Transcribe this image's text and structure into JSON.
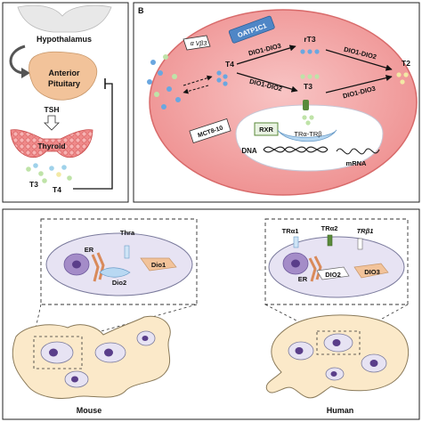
{
  "panelA": {
    "hypothalamus": "Hypothalamus",
    "anterior": "Anterior",
    "pituitary": "Pituitary",
    "tsh": "TSH",
    "thyroid": "Thyroid",
    "t3": "T3",
    "t4": "T4"
  },
  "panelB": {
    "letter": "B",
    "oatp1c1": "OATP1C1",
    "integrin": "α Vβ3",
    "t4": "T4",
    "dio1_dio3_top": "DIO1-DIO3",
    "rt3": "rT3",
    "dio1_dio2_right": "DIO1-DIO2",
    "t2": "T2",
    "dio1_dio2_left": "DIO1-DIO2",
    "t3": "T3",
    "dio1_dio3_right": "DIO1-DIO3",
    "mct810": "MCT8-10",
    "rxr": "RXR",
    "tr": "TRα-TRβ",
    "dna": "DNA",
    "mrna": "mRNA"
  },
  "mouse": {
    "er": "ER",
    "thra": "Thra",
    "dio2": "Dio2",
    "dio1": "Dio1",
    "caption": "Mouse"
  },
  "human": {
    "tra1": "TRα1",
    "tra2": "TRα2",
    "trb1": "TRβ1",
    "er": "ER",
    "dio2": "DIO2",
    "dio3": "DIO3",
    "caption": "Human"
  },
  "colors": {
    "cell": "#f4a8a8",
    "cellStroke": "#d86a6a",
    "nucleus": "#d7d3ea",
    "pituitary": "#f2c39a",
    "thyroid": "#ef7b7b",
    "tissue": "#fbe9c9",
    "oatp": "#4f86c6",
    "receptor": "#5a8a3a"
  }
}
